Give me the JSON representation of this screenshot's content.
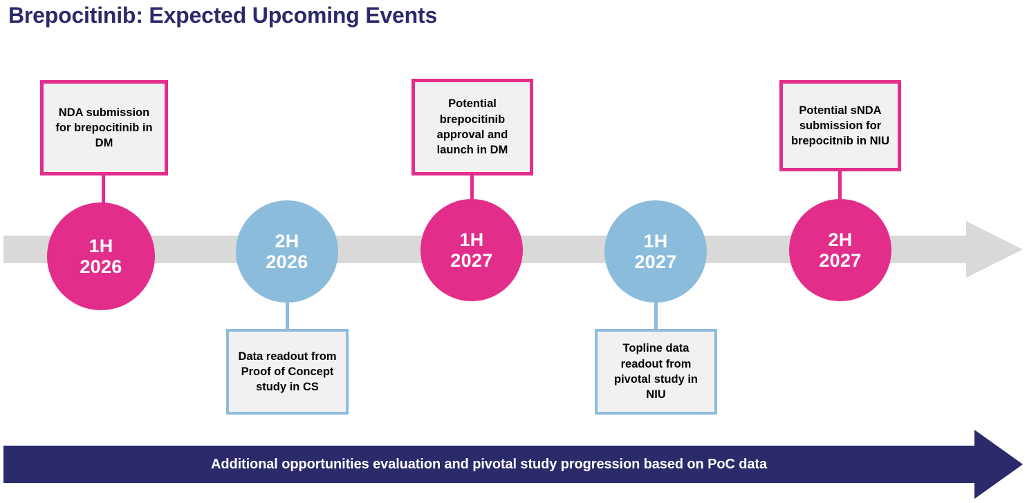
{
  "page": {
    "title": "Brepocitinib: Expected Upcoming Events",
    "background": "#ffffff"
  },
  "colors": {
    "title_navy": "#2b2a6b",
    "accent_pink": "#e32d8b",
    "accent_blue": "#8cbcdc",
    "timeline_gray": "#d9d9d9",
    "callout_fill": "#f1f1f1",
    "banner_navy": "#2b2a6b"
  },
  "timeline": {
    "arrow_name": "timeline-arrow-right",
    "direction": "right"
  },
  "milestones": [
    {
      "id": "1h-2026",
      "half": "1H",
      "year": "2026",
      "color": "#e32d8b",
      "theme": "pink",
      "callout_text": "NDA submission for brepocitinib in DM",
      "callout_position": "above"
    },
    {
      "id": "2h-2026",
      "half": "2H",
      "year": "2026",
      "color": "#8cbcdc",
      "theme": "blue",
      "callout_text": "Data readout from Proof of Concept study in CS",
      "callout_position": "below"
    },
    {
      "id": "1h-2027-dm",
      "half": "1H",
      "year": "2027",
      "color": "#e32d8b",
      "theme": "pink",
      "callout_text": "Potential brepocitinib approval and launch in DM",
      "callout_position": "above"
    },
    {
      "id": "1h-2027-niu",
      "half": "1H",
      "year": "2027",
      "color": "#8cbcdc",
      "theme": "blue",
      "callout_text": "Topline data readout from pivotal study in NIU",
      "callout_position": "below"
    },
    {
      "id": "2h-2027",
      "half": "2H",
      "year": "2027",
      "color": "#e32d8b",
      "theme": "pink",
      "callout_text": "Potential sNDA submission for brepocitnib in NIU",
      "callout_position": "above"
    }
  ],
  "bottom_banner": {
    "text": "Additional opportunities evaluation and pivotal study progression based on PoC data",
    "color": "#2b2a6b"
  }
}
